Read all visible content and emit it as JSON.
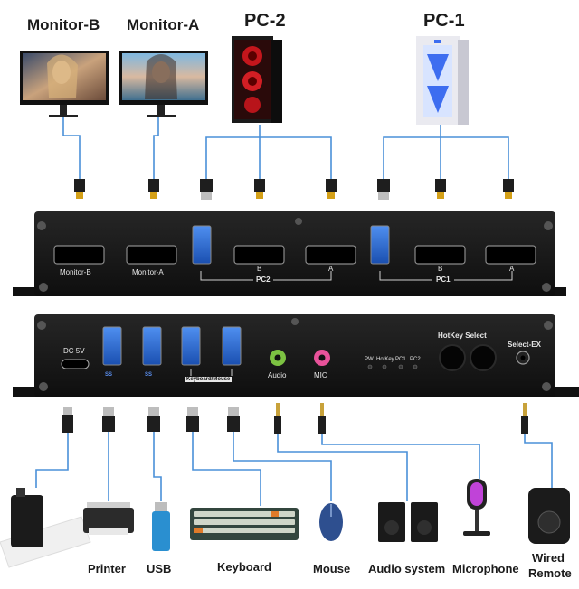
{
  "top_labels": {
    "monitor_b": "Monitor-B",
    "monitor_a": "Monitor-A",
    "pc2": "PC-2",
    "pc1": "PC-1"
  },
  "back_panel": {
    "port_monitor_b": "Monitor-B",
    "port_monitor_a": "Monitor-A",
    "pc2_b": "B",
    "pc2_a": "A",
    "pc2_group": "PC2",
    "pc1_b": "B",
    "pc1_a": "A",
    "pc1_group": "PC1"
  },
  "front_panel": {
    "dc": "DC 5V",
    "usb_tag_1": "SS",
    "usb_tag_2": "SS",
    "keyboard_mouse": "Keyboard/Mouse",
    "audio": "Audio",
    "mic": "MIC",
    "led_pw": "PW",
    "led_hotkey": "HotKey",
    "led_pc1": "PC1",
    "led_pc2": "PC2",
    "hotkey_select": "HotKey Select",
    "select_ex": "Select-EX"
  },
  "bottom_labels": {
    "printer": "Printer",
    "usb": "USB",
    "keyboard": "Keyboard",
    "mouse": "Mouse",
    "audio_system": "Audio system",
    "microphone": "Microphone",
    "wired_remote_1": "Wired",
    "wired_remote_2": "Remote"
  },
  "colors": {
    "cable": "#4a90d9",
    "panel": "#161616",
    "usb_port": "#2d6fd6",
    "audio_port": "#7cc242",
    "mic_port": "#e8529a"
  }
}
